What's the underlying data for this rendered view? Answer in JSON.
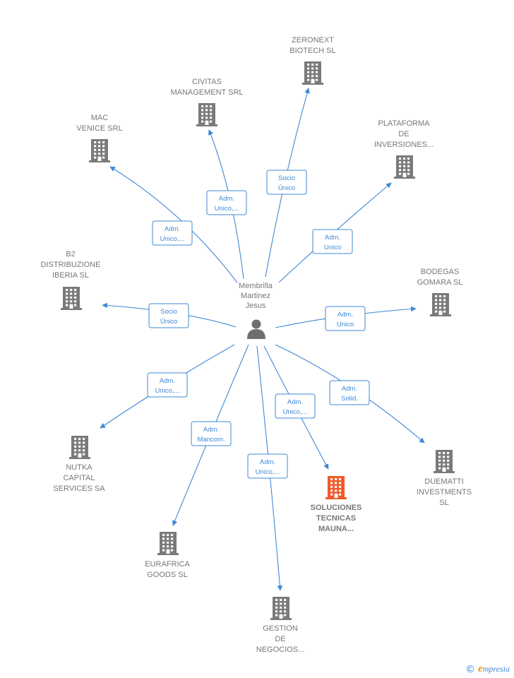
{
  "colors": {
    "edge": "#3f88d6",
    "node": "#7a7a7a",
    "highlight": "#f05a28",
    "label": "#777777"
  },
  "center": {
    "label_lines": [
      "Membrilla",
      "Martinez",
      "Jesus"
    ],
    "icon": "person-icon"
  },
  "nodes": [
    {
      "id": "zeronext",
      "label_lines": [
        "ZERONEXT",
        "BIOTECH  SL"
      ],
      "icon": "building-icon",
      "highlight": false
    },
    {
      "id": "civitas",
      "label_lines": [
        "CIVITAS",
        "MANAGEMENT SRL"
      ],
      "icon": "building-icon",
      "highlight": false
    },
    {
      "id": "mac",
      "label_lines": [
        "MAC",
        "VENICE SRL"
      ],
      "icon": "building-icon",
      "highlight": false
    },
    {
      "id": "plataforma",
      "label_lines": [
        "PLATAFORMA",
        "DE",
        "INVERSIONES..."
      ],
      "icon": "building-icon",
      "highlight": false
    },
    {
      "id": "b2",
      "label_lines": [
        "B2",
        "DISTRIBUZIONE",
        "IBERIA  SL"
      ],
      "icon": "building-icon",
      "highlight": false
    },
    {
      "id": "bodegas",
      "label_lines": [
        "BODEGAS",
        "GOMARA SL"
      ],
      "icon": "building-icon",
      "highlight": false
    },
    {
      "id": "nutka",
      "label_lines": [
        "NUTKA",
        "CAPITAL",
        "SERVICES SA"
      ],
      "icon": "building-icon",
      "highlight": false
    },
    {
      "id": "soluciones",
      "label_lines": [
        "SOLUCIONES",
        "TECNICAS",
        "MAUNA..."
      ],
      "icon": "building-icon",
      "highlight": true
    },
    {
      "id": "duematti",
      "label_lines": [
        "DUEMATTI",
        "INVESTMENTS",
        "SL"
      ],
      "icon": "building-icon",
      "highlight": false
    },
    {
      "id": "eurafrica",
      "label_lines": [
        "EURAFRICA",
        "GOODS  SL"
      ],
      "icon": "building-icon",
      "highlight": false
    },
    {
      "id": "gestion",
      "label_lines": [
        "GESTION",
        "DE",
        "NEGOCIOS..."
      ],
      "icon": "building-icon",
      "highlight": false
    }
  ],
  "edges": [
    {
      "to": "zeronext",
      "role_lines": [
        "Socio",
        "Único"
      ]
    },
    {
      "to": "civitas",
      "role_lines": [
        "Adm.",
        "Unico,..."
      ]
    },
    {
      "to": "mac",
      "role_lines": [
        "Adm.",
        "Unico,..."
      ]
    },
    {
      "to": "plataforma",
      "role_lines": [
        "Adm.",
        "Unico"
      ]
    },
    {
      "to": "b2",
      "role_lines": [
        "Socio",
        "Único"
      ]
    },
    {
      "to": "bodegas",
      "role_lines": [
        "Adm.",
        "Unico"
      ]
    },
    {
      "to": "nutka",
      "role_lines": [
        "Adm.",
        "Unico,..."
      ]
    },
    {
      "to": "soluciones",
      "role_lines": [
        "Adm.",
        "Unico,..."
      ]
    },
    {
      "to": "duematti",
      "role_lines": [
        "Adm.",
        "Solid."
      ]
    },
    {
      "to": "eurafrica",
      "role_lines": [
        "Adm.",
        "Mancom."
      ]
    },
    {
      "to": "gestion",
      "role_lines": [
        "Adm.",
        "Unico,..."
      ]
    }
  ],
  "footer": {
    "copyright_symbol": "©",
    "brand_initial": "e",
    "brand_rest": "mpresia"
  }
}
